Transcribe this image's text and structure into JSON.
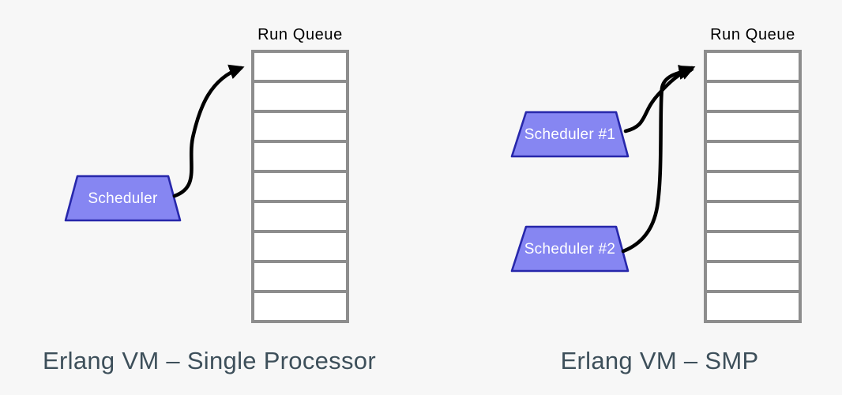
{
  "colors": {
    "background": "#f7f7f7",
    "queue_border": "#8d8d8d",
    "queue_fill": "#ffffff",
    "scheduler_fill": "#8686f2",
    "scheduler_border": "#2727ab",
    "arrow": "#000000",
    "caption_text": "#3d4f5a",
    "run_queue_text": "#000000",
    "scheduler_text": "#ffffff"
  },
  "diagrams": [
    {
      "caption": "Erlang VM – Single Processor",
      "run_queue": {
        "label": "Run Queue",
        "slots": 9
      },
      "schedulers": [
        {
          "label": "Scheduler"
        }
      ]
    },
    {
      "caption": "Erlang VM – SMP",
      "run_queue": {
        "label": "Run Queue",
        "slots": 9
      },
      "schedulers": [
        {
          "label": "Scheduler #1"
        },
        {
          "label": "Scheduler #2"
        }
      ]
    }
  ]
}
